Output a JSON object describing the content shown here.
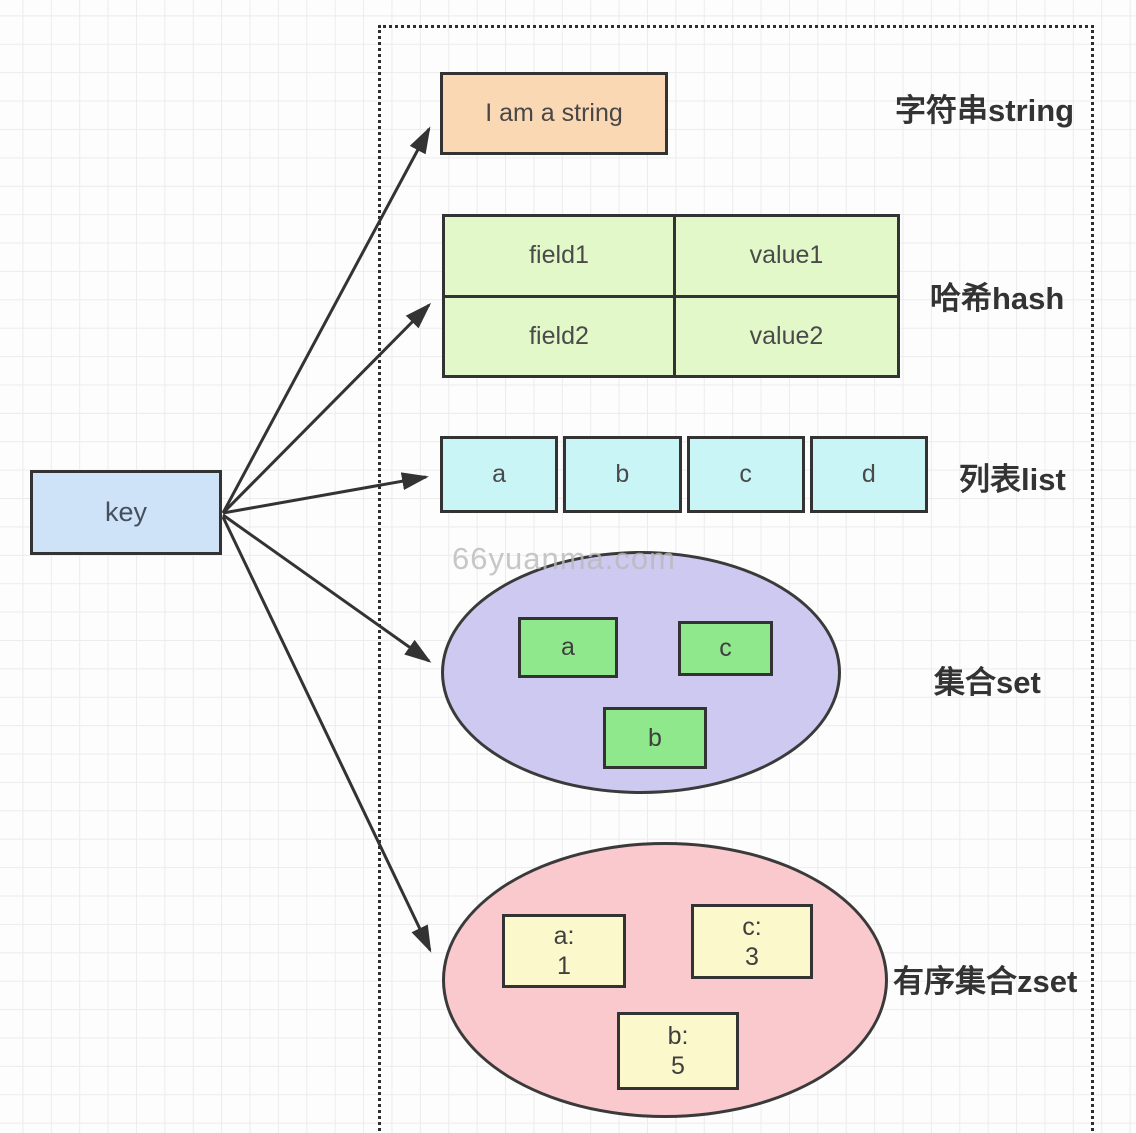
{
  "watermark": "66yuanma.com",
  "key_node": {
    "label": "key"
  },
  "sections": [
    {
      "id": "string",
      "label": "字符串string",
      "box_text": "I am a string"
    },
    {
      "id": "hash",
      "label": "哈希hash",
      "rows": [
        [
          "field1",
          "value1"
        ],
        [
          "field2",
          "value2"
        ]
      ]
    },
    {
      "id": "list",
      "label": "列表list",
      "items": [
        "a",
        "b",
        "c",
        "d"
      ]
    },
    {
      "id": "set",
      "label": "集合set",
      "members": [
        "a",
        "c",
        "b"
      ]
    },
    {
      "id": "zset",
      "label": "有序集合zset",
      "members": [
        {
          "line1": "a:",
          "line2": "1"
        },
        {
          "line1": "c:",
          "line2": "3"
        },
        {
          "line1": "b:",
          "line2": "5"
        }
      ]
    }
  ],
  "colors": {
    "key_fill": "#cfe3f8",
    "string_fill": "#fbd8b4",
    "hash_fill": "#e2f8c8",
    "list_fill": "#c9f5f7",
    "set_fill": "#cdc9f0",
    "set_member_fill": "#8fe88c",
    "zset_fill": "#f9c9cd",
    "zset_member_fill": "#fbf8cc",
    "stroke": "#333333"
  }
}
